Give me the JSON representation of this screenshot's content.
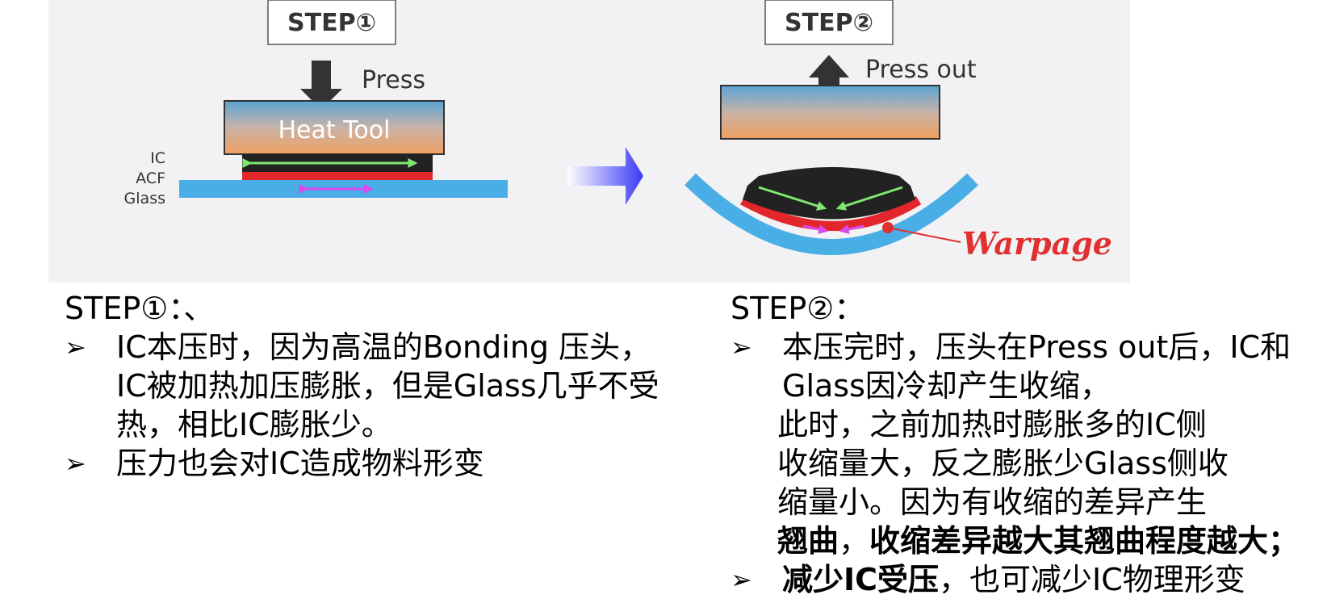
{
  "diagram": {
    "step1_box": "STEP①",
    "step2_box": "STEP②",
    "press_label": "Press",
    "press_out_label": "Press out",
    "heat_tool_label": "Heat Tool",
    "layer_labels": [
      "IC",
      "ACF",
      "Glass"
    ],
    "warpage_label": "Warpage",
    "colors": {
      "glass": "#4aaee6",
      "acf": "#e2262b",
      "ic": "#222222",
      "tool_top": "#5aa3d4",
      "tool_bottom": "#f0a060",
      "green_arrow": "#7ee86e",
      "magenta_arrow": "#d94bf0",
      "transition_arrow": "#3a3af5",
      "warpage_text": "#e03030"
    }
  },
  "step1": {
    "heading": "STEP①：、",
    "marker": "➢",
    "bullet1": {
      "line1": "IC本压时，因为高温的Bonding 压头，",
      "line2": "IC被加热加压膨胀，但是Glass几乎不受",
      "line3": "热，相比IC膨胀少。"
    },
    "bullet2": "压力也会对IC造成物料形变"
  },
  "step2": {
    "heading": "STEP②：",
    "marker": "➢",
    "bullet1": {
      "line1": "本压完时，压头在Press out后，IC和",
      "line2": "Glass因冷却产生收缩，",
      "line3": "此时，之前加热时膨胀多的IC侧",
      "line4": "收缩量大，反之膨胀少Glass侧收",
      "line5": "缩量小。因为有收缩的差异产生",
      "line6_bold_a": "翘曲",
      "line6_normal": "，",
      "line6_bold_b": "收缩差异越大其翘曲程度越大；"
    },
    "bullet2": {
      "bold": "减少IC受压",
      "normal": "，也可减少IC物理形变"
    }
  }
}
